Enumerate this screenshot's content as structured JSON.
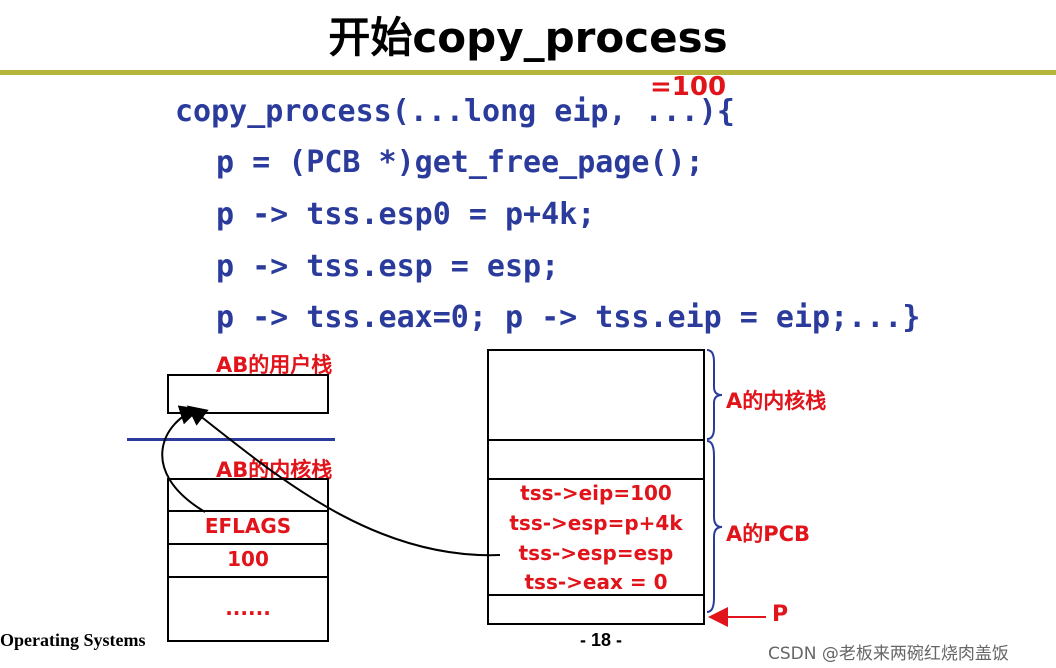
{
  "title": "开始copy_process",
  "annotation": "=100",
  "code_lines": [
    "copy_process(...long eip, ...){",
    "p = (PCB *)get_free_page();",
    "p -> tss.esp0 = p+4k;",
    "p -> tss.esp = esp;",
    "p -> tss.eax=0; p -> tss.eip = eip;...}"
  ],
  "labels": {
    "ab_user_stack": "AB的用户栈",
    "ab_kernel_stack": "AB的内核栈",
    "a_kernel_stack": "A的内核栈",
    "a_pcb": "A的PCB",
    "p_pointer": "P"
  },
  "ab_kernel_cells": [
    "EFLAGS",
    "100",
    "......"
  ],
  "pcb_cells": [
    "tss->eip=100",
    "tss->esp=p+4k",
    "tss->esp=esp",
    "tss->eax = 0"
  ],
  "footer": {
    "left": "Operating Systems",
    "page": "- 18 -",
    "watermark": "CSDN @老板来两碗红烧肉盖饭"
  },
  "colors": {
    "code": "#2a3b9c",
    "label": "#e0141a",
    "rule": "#b5b53c",
    "brace": "#2a3b9c"
  }
}
